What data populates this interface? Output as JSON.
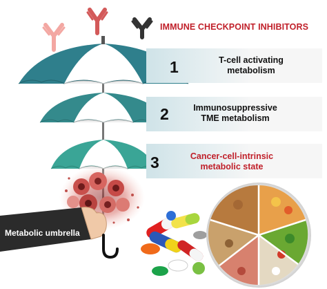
{
  "title": "IMMUNE CHECKPOINT INHIBITORS",
  "levels": [
    {
      "number": "1",
      "label_line1": "T-cell activating",
      "label_line2": "metabolism"
    },
    {
      "number": "2",
      "label_line1": "Immunosuppressive",
      "label_line2": "TME metabolism"
    },
    {
      "number": "3",
      "label_line1": "Cancer-cell-intrinsic",
      "label_line2": "metabolic state"
    }
  ],
  "hand_label": "Metabolic umbrella",
  "colors": {
    "title_red": "#c0202a",
    "umbrella_1": "#2f7f8c",
    "umbrella_2": "#348a8c",
    "umbrella_3": "#3aa596",
    "antibody_light": "#f3a7a2",
    "antibody_mid": "#d35a5a",
    "antibody_dark": "#333333"
  },
  "icons": [
    "antibody-icon",
    "umbrella-icon",
    "tumor-cells-icon",
    "pills-icon",
    "food-plate-icon",
    "hand-icon"
  ]
}
